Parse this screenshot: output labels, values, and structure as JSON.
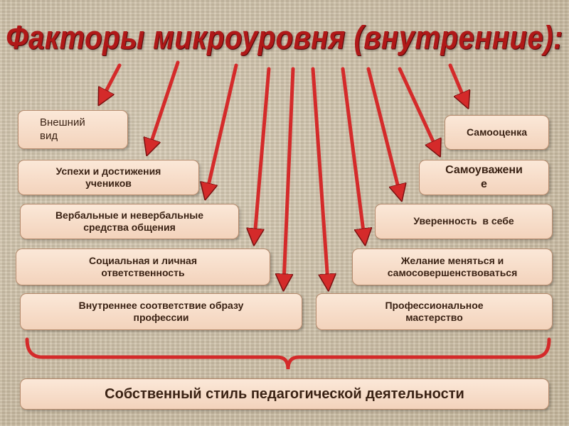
{
  "title": "Факторы микроуровня (внутренние):",
  "left_factors": {
    "appearance": [
      "Внешний",
      "вид"
    ],
    "success": [
      "Успехи и достижения",
      "учеников"
    ],
    "verbal": [
      "Вербальные и невербальные",
      "средства общения"
    ],
    "social": [
      "Социальная и личная",
      "ответственность"
    ],
    "inner": [
      "Внутреннее соответствие образу",
      "профессии"
    ]
  },
  "right_factors": {
    "self_evaluation": [
      "Самооценка"
    ],
    "self_respect": [
      "Самоуважени",
      "е"
    ],
    "confidence": [
      "Уверенность  в себе"
    ],
    "desire": [
      "Желание меняться и",
      "самосовершенствоваться"
    ],
    "professional": [
      "Профессиональное",
      "мастерство"
    ]
  },
  "result": "Собственный стиль педагогической деятельности",
  "colors": {
    "arrow": "#d42a2a",
    "arrow_outline": "#7a1010",
    "title": "#b01818",
    "box_fill": "#f8dfcb",
    "box_border": "#b58a6c",
    "text": "#3a2214",
    "brace": "#d42a2a"
  }
}
